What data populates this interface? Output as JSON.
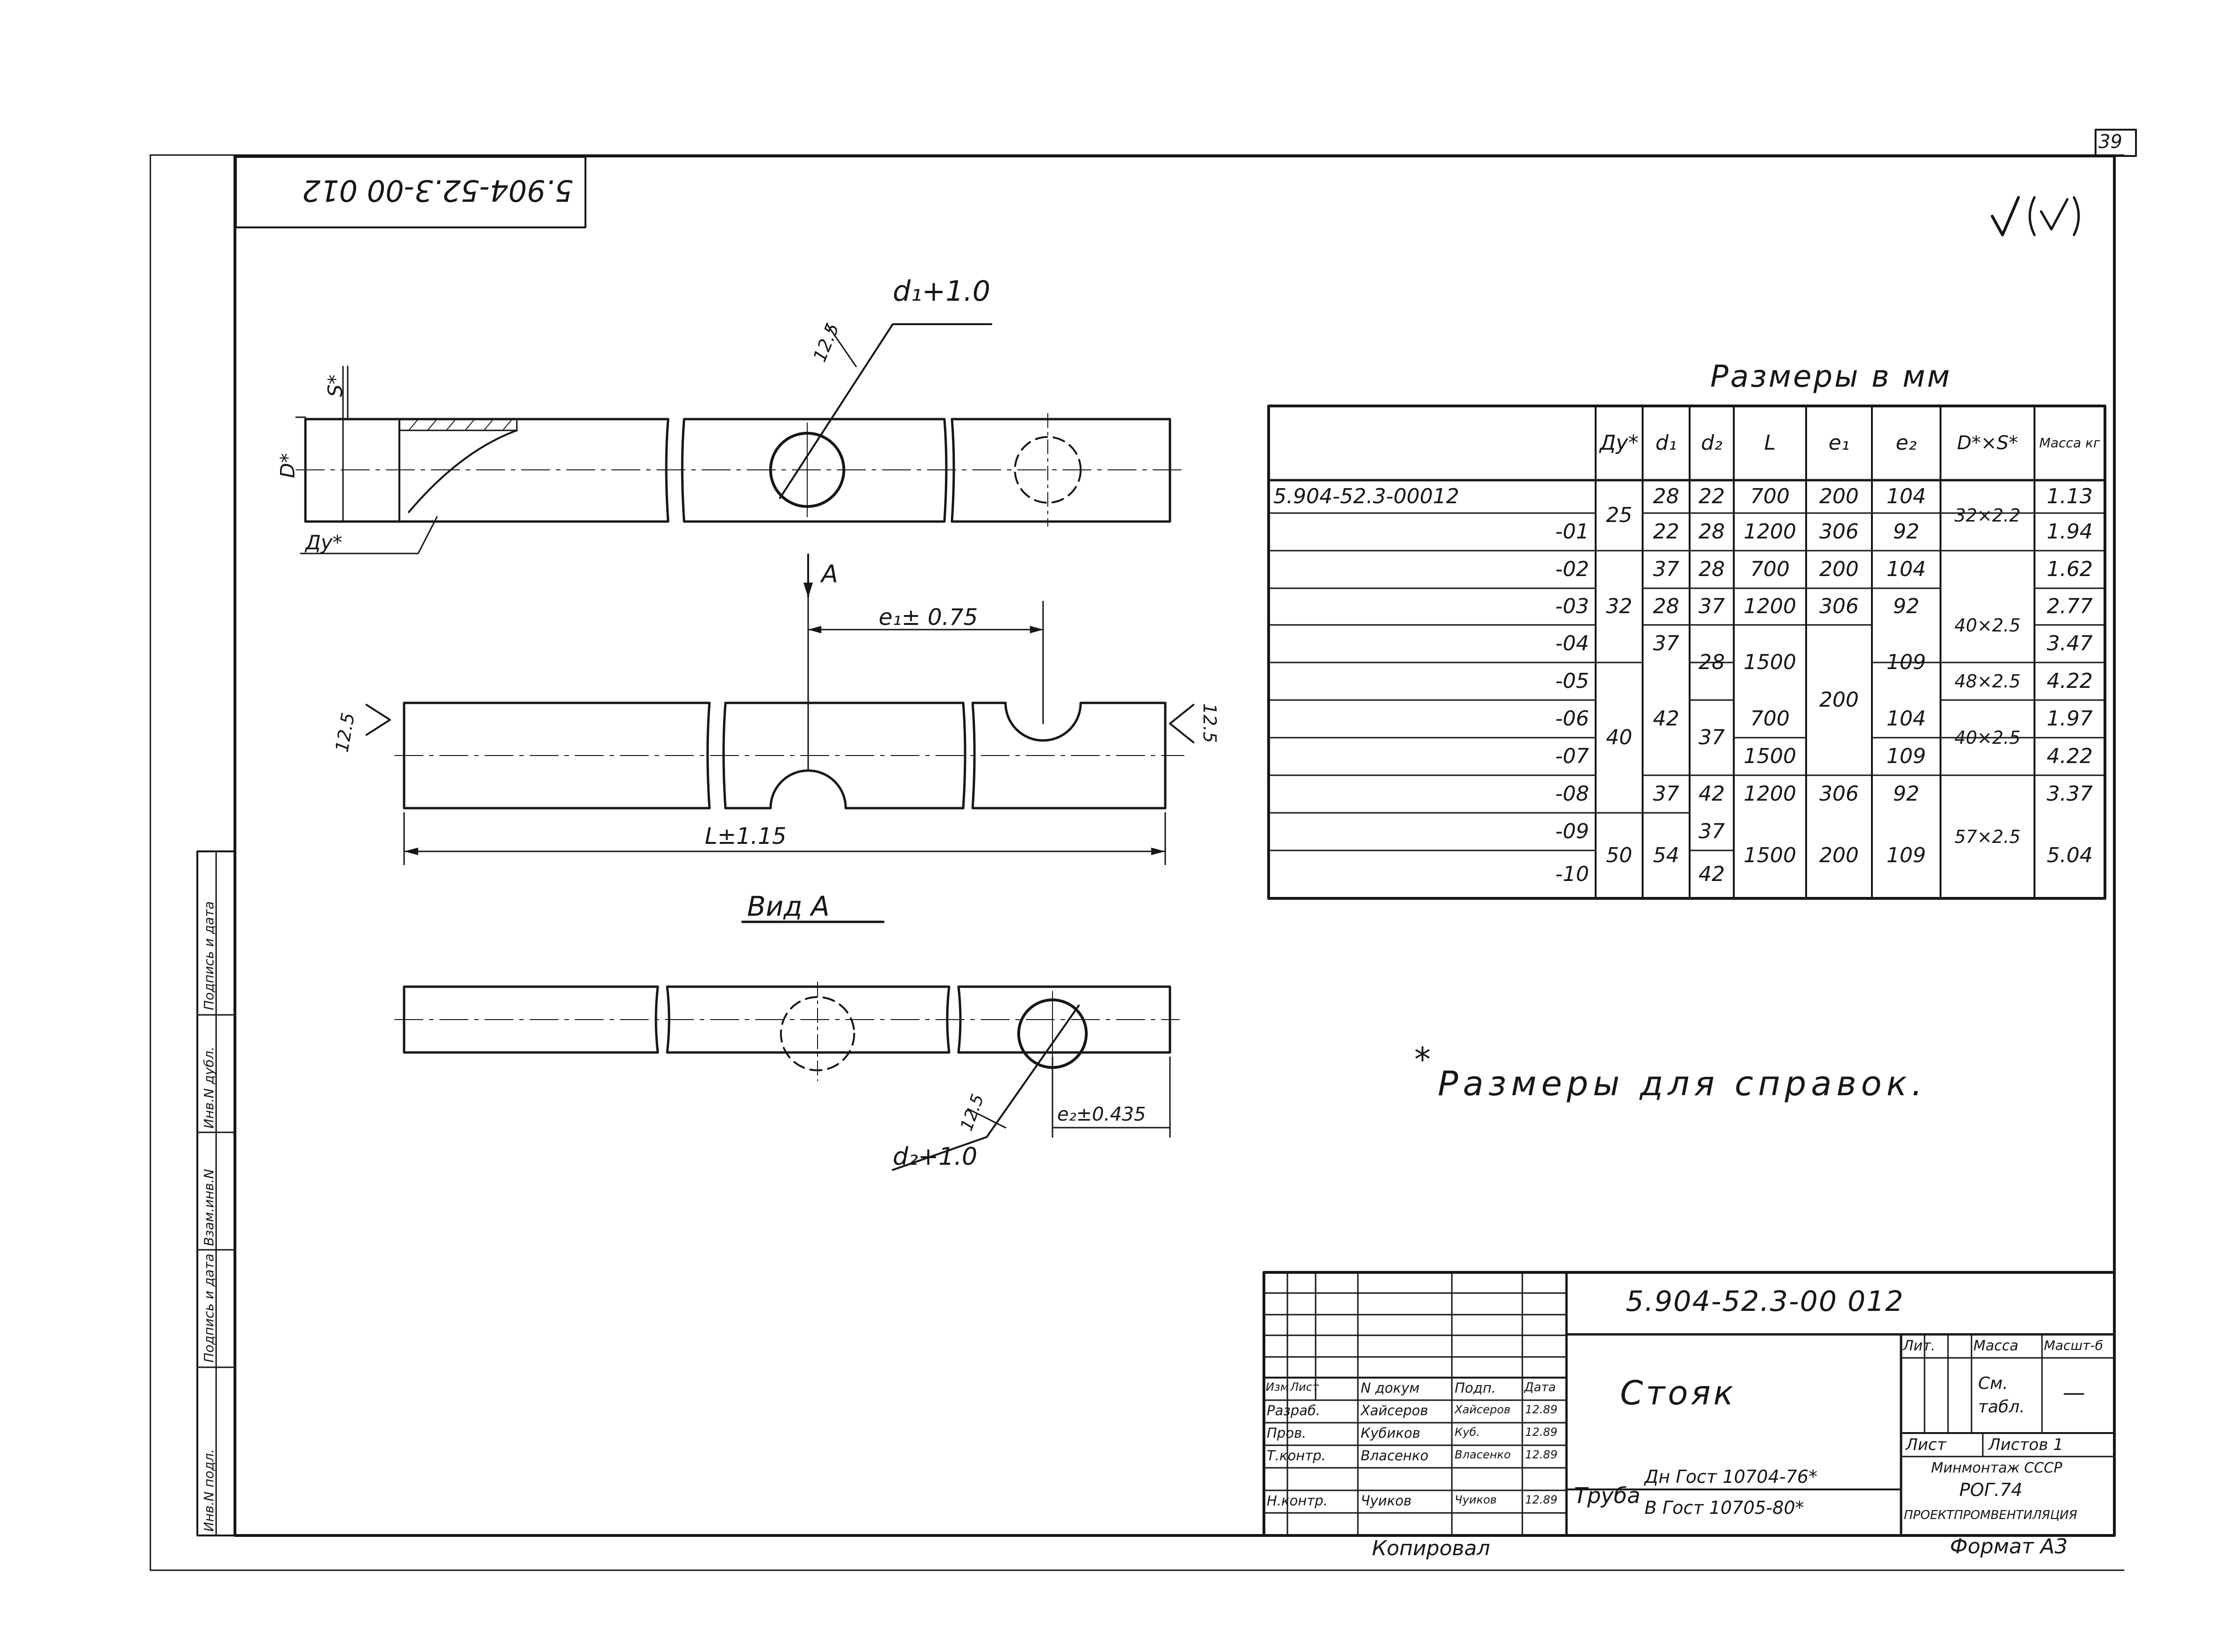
{
  "drawing": {
    "sheet_number": "39",
    "designation_mirrored": "5.904-52.3-00 012",
    "surface_mark": "√(√)",
    "view_label": "Вид А",
    "section_letter": "А",
    "note": "Размеры для справок.",
    "note_asterisk": "*",
    "copied_by": "Копировал",
    "format": "Формат А3"
  },
  "dimensions": {
    "d1_tol": "d₁+1.0",
    "d2_tol": "d₂+1.0",
    "roughness": "12.5",
    "e1_tol": "e₁± 0.75",
    "e2_tol": "e₂±0.435",
    "l_tol": "L±1.15",
    "d_star": "D*",
    "s_star": "S*",
    "dy_star": "Ду*"
  },
  "table": {
    "title": "Размеры в мм",
    "headers": [
      "",
      "Ду*",
      "d₁",
      "d₂",
      "L",
      "e₁",
      "e₂",
      "D*×S*",
      "Масса кг"
    ],
    "designations": [
      "5.904-52.3-00012",
      "-01",
      "-02",
      "-03",
      "-04",
      "-05",
      "-06",
      "-07",
      "-08",
      "-09",
      "-10"
    ],
    "dy": [
      "25",
      "32",
      "40",
      "50"
    ],
    "d1": [
      "28",
      "22",
      "37",
      "28",
      "37",
      "42",
      "37",
      "54"
    ],
    "d2": [
      "22",
      "28",
      "28",
      "37",
      "28",
      "37",
      "42",
      "37",
      "42"
    ],
    "L": [
      "700",
      "1200",
      "700",
      "1200",
      "1500",
      "700",
      "1500",
      "1200",
      "1500"
    ],
    "e1": [
      "200",
      "306",
      "200",
      "306",
      "200",
      "306",
      "200"
    ],
    "e2": [
      "104",
      "92",
      "104",
      "92",
      "109",
      "104",
      "109",
      "92",
      "109"
    ],
    "dxs": [
      "32×2.2",
      "40×2.5",
      "48×2.5",
      "40×2.5",
      "57×2.5"
    ],
    "mass": [
      "1.13",
      "1.94",
      "1.62",
      "2.77",
      "3.47",
      "4.22",
      "1.97",
      "4.22",
      "3.37",
      "5.04"
    ]
  },
  "title_block": {
    "designation": "5.904-52.3-00 012",
    "name": "Стояк",
    "material_line1": "Дн Гост 10704-76*",
    "material_line2": "Труба В Гост 10705-80*",
    "material_prefix": "Труба",
    "material_a": "Дн Гост 10704-76*",
    "material_b": "В Гост 10705-80*",
    "col_headers": [
      "Изм",
      "Лист",
      "N докум",
      "Подп.",
      "Дата"
    ],
    "roles": [
      {
        "role": "Разраб.",
        "name": "Хайсеров",
        "sign": "Хайсеров",
        "date": "12.89"
      },
      {
        "role": "Пров.",
        "name": "Кубиков",
        "sign": "Куб.",
        "date": "12.89"
      },
      {
        "role": "Т.контр.",
        "name": "Власенко",
        "sign": "Власенко",
        "date": "12.89"
      },
      {
        "role": "Н.контр.",
        "name": "Чуиков",
        "sign": "Чуиков",
        "date": "12.89"
      }
    ],
    "lit_label": "Лит.",
    "mass_label": "Масса",
    "scale_label": "Масшт-б",
    "mass_value": "См. табл.",
    "scale_value": "—",
    "sheet_label": "Лист",
    "sheets_label": "Листов 1",
    "org_line1": "Минмонтаж СССР",
    "org_line2": "РОГ.74",
    "org_line3": "ПРОЕКТПРОМВЕНТИЛЯЦИЯ"
  },
  "side_strip": [
    "Инв.N подл.",
    "Подпись и дата",
    "Взам.инв.N",
    "Инв.N дубл.",
    "Подпись и дата"
  ]
}
